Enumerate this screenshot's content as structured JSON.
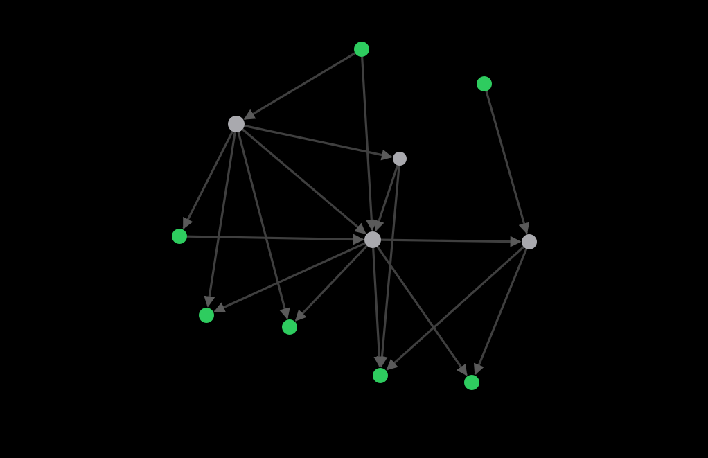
{
  "graph": {
    "background": "#000000",
    "edge_color": "#3f3f3f",
    "node_colors": {
      "leaf": "#2ecc5f",
      "hub": "#a9a9ae"
    },
    "nodes": [
      {
        "id": "n-top",
        "kind": "leaf",
        "label": ""
      },
      {
        "id": "n-topright",
        "kind": "leaf",
        "label": ""
      },
      {
        "id": "n-hub-upper",
        "kind": "hub",
        "label": ""
      },
      {
        "id": "n-hub-small",
        "kind": "hub",
        "label": ""
      },
      {
        "id": "n-left",
        "kind": "leaf",
        "label": ""
      },
      {
        "id": "n-center",
        "kind": "hub",
        "label": ""
      },
      {
        "id": "n-hub-right",
        "kind": "hub",
        "label": ""
      },
      {
        "id": "n-lower-left",
        "kind": "leaf",
        "label": ""
      },
      {
        "id": "n-lower-mid",
        "kind": "leaf",
        "label": ""
      },
      {
        "id": "n-bottom-mid",
        "kind": "leaf",
        "label": ""
      },
      {
        "id": "n-bottom-right",
        "kind": "leaf",
        "label": ""
      }
    ],
    "edges": [
      {
        "from": "n-top",
        "to": "n-hub-upper"
      },
      {
        "from": "n-top",
        "to": "n-center"
      },
      {
        "from": "n-hub-upper",
        "to": "n-hub-small"
      },
      {
        "from": "n-hub-upper",
        "to": "n-center"
      },
      {
        "from": "n-hub-upper",
        "to": "n-left"
      },
      {
        "from": "n-hub-upper",
        "to": "n-lower-left"
      },
      {
        "from": "n-hub-upper",
        "to": "n-lower-mid"
      },
      {
        "from": "n-hub-small",
        "to": "n-center"
      },
      {
        "from": "n-hub-small",
        "to": "n-bottom-mid"
      },
      {
        "from": "n-left",
        "to": "n-center"
      },
      {
        "from": "n-center",
        "to": "n-hub-right"
      },
      {
        "from": "n-center",
        "to": "n-lower-left"
      },
      {
        "from": "n-center",
        "to": "n-lower-mid"
      },
      {
        "from": "n-center",
        "to": "n-bottom-mid"
      },
      {
        "from": "n-center",
        "to": "n-bottom-right"
      },
      {
        "from": "n-topright",
        "to": "n-hub-right"
      },
      {
        "from": "n-hub-right",
        "to": "n-bottom-mid"
      },
      {
        "from": "n-hub-right",
        "to": "n-bottom-right"
      }
    ]
  }
}
